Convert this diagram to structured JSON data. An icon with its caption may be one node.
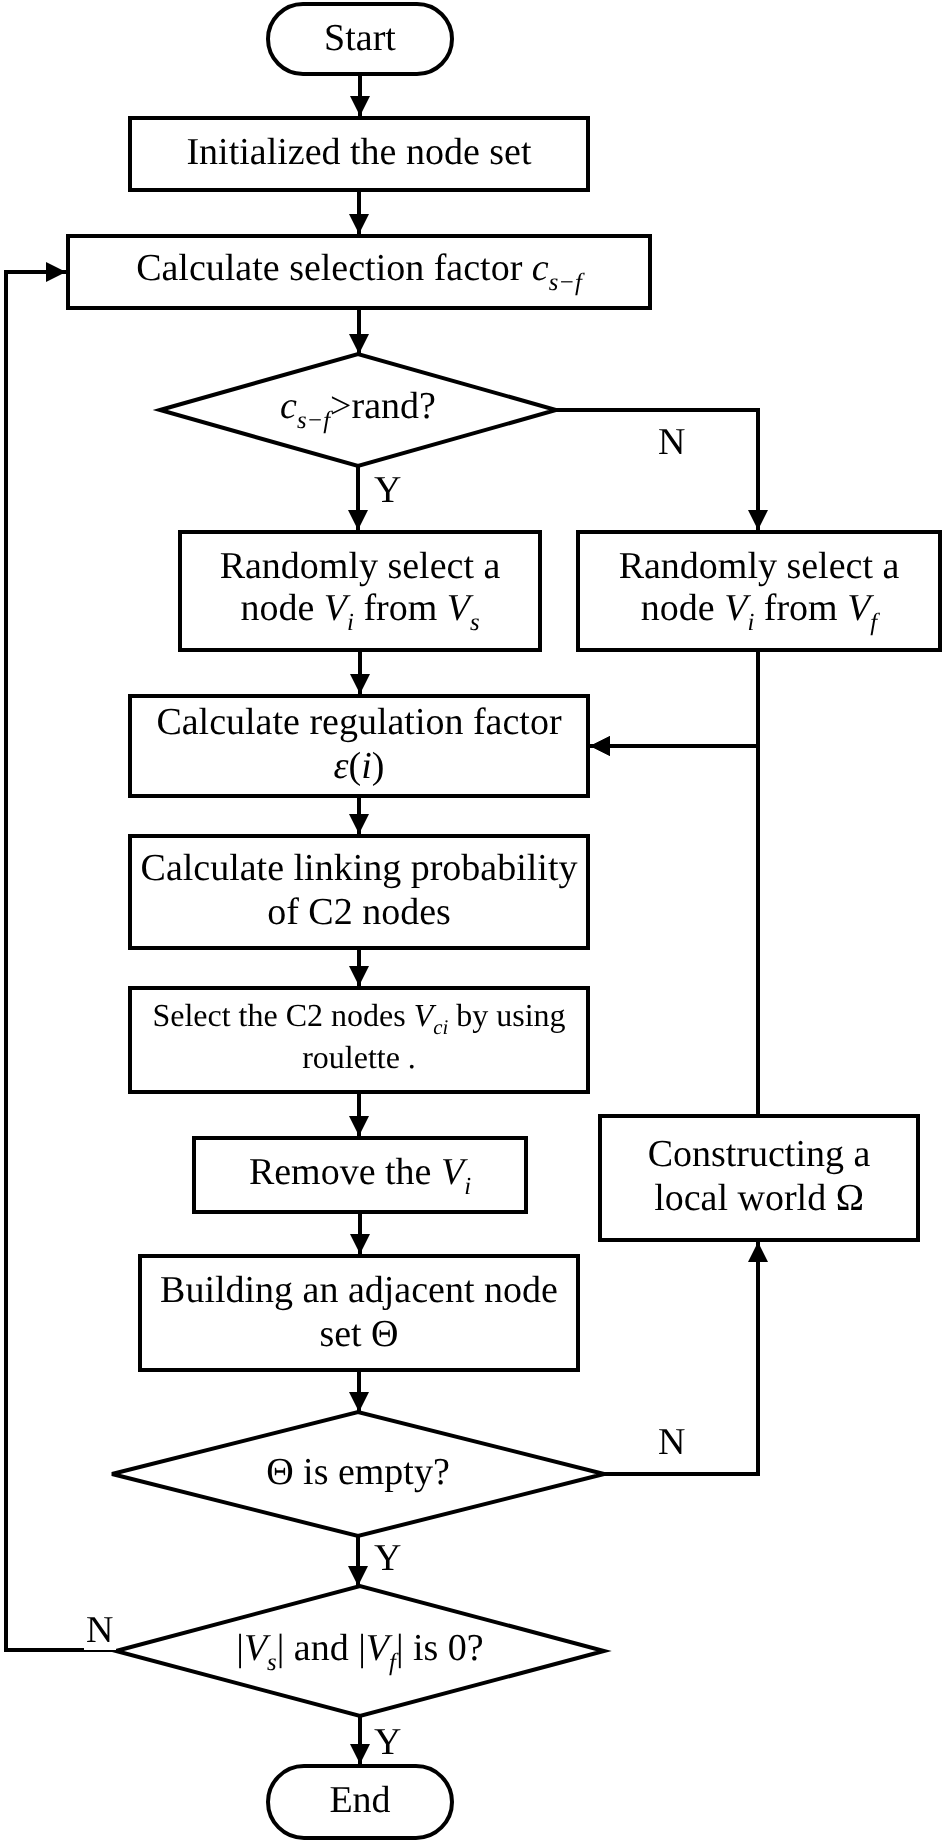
{
  "diagram": {
    "nodes": [
      {
        "text": [
          "Start"
        ]
      },
      {
        "text": [
          "Initialized the node set"
        ]
      },
      {
        "text": [
          "Calculate selection factor *c*$_{s−f}$"
        ]
      },
      {
        "text": [
          "*c*$_{s−f}$>rand?"
        ]
      },
      {
        "text": [
          "Randomly select a node *V*$_{i}$ from *V*$_{s}$"
        ]
      },
      {
        "text": [
          "Randomly select a node *V*$_{i}$ from *V*$_{f}$"
        ]
      },
      {
        "text": [
          "Calculate regulation factor *ε*(*i*)"
        ]
      },
      {
        "text": [
          "Calculate linking probability of C2 nodes"
        ]
      },
      {
        "text": [
          "Select the C2 nodes *V*$_{ci}$ by using roulette ."
        ]
      },
      {
        "text": [
          "Remove the *V*$_{i}$"
        ]
      },
      {
        "text": [
          "Constructing a local world Ω"
        ]
      },
      {
        "text": [
          "Building an adjacent node set Θ"
        ]
      },
      {
        "text": [
          "Θ is empty?"
        ]
      },
      {
        "text": [
          "|*V*$_{s}$| and |*V*$_{f}$| is 0?"
        ]
      },
      {
        "text": [
          "End"
        ]
      }
    ],
    "edges": [
      {
        "from": 0,
        "to": 1,
        "arrow": "to"
      },
      {
        "from": 1,
        "to": 2,
        "arrow": "to"
      },
      {
        "from": 2,
        "to": 3,
        "arrow": "to"
      },
      {
        "from": 3,
        "to": 4,
        "arrow": "to",
        "label": "Y"
      },
      {
        "from": 3,
        "to": 5,
        "arrow": "to",
        "label": "N"
      },
      {
        "from": 4,
        "to": 6,
        "arrow": "to"
      },
      {
        "from": 5,
        "to": 6,
        "arrow": "to"
      },
      {
        "from": 10,
        "to": 6,
        "arrow": "to"
      },
      {
        "from": 6,
        "to": 7,
        "arrow": "to"
      },
      {
        "from": 7,
        "to": 8,
        "arrow": "to"
      },
      {
        "from": 8,
        "to": 9,
        "arrow": "to"
      },
      {
        "from": 9,
        "to": 11,
        "arrow": "to"
      },
      {
        "from": 11,
        "to": 12,
        "arrow": "to"
      },
      {
        "from": 12,
        "to": 10,
        "arrow": "to",
        "label": "N"
      },
      {
        "from": 12,
        "to": 13,
        "arrow": "to",
        "label": "Y"
      },
      {
        "from": 13,
        "to": 14,
        "arrow": "to",
        "label": "Y"
      },
      {
        "from": 13,
        "to": 2,
        "arrow": "to",
        "label": "N"
      }
    ]
  }
}
